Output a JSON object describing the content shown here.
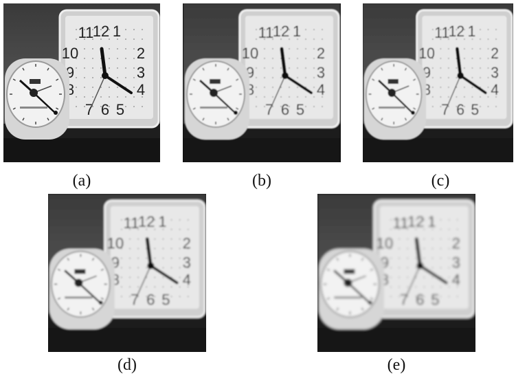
{
  "panels": [
    {
      "id": "a",
      "caption": "(a)",
      "blur": 0
    },
    {
      "id": "b",
      "caption": "(b)",
      "blur": 0.7
    },
    {
      "id": "c",
      "caption": "(c)",
      "blur": 0.7
    },
    {
      "id": "d",
      "caption": "(d)",
      "blur": 1.3
    },
    {
      "id": "e",
      "caption": "(e)",
      "blur": 1.8
    }
  ],
  "clock_numerals": {
    "large": [
      "11",
      "12",
      "1",
      "10",
      "2",
      "9",
      "3",
      "8",
      "4",
      "7",
      "6",
      "5"
    ]
  }
}
